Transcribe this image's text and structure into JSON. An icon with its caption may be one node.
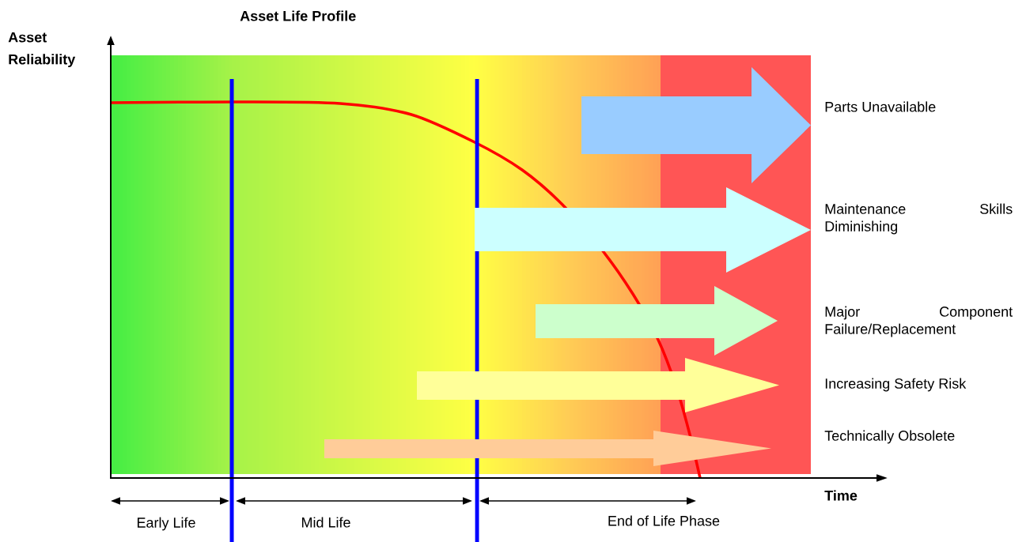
{
  "diagram": {
    "title": "Asset Life Profile",
    "labels": [
      "Asset Reliability",
      "Parts Unavailable",
      "Maintenance Skills Diminishing",
      "Major Component Failure/Replacement",
      "Increasing Safety Risk",
      "Technically Obsolete",
      "Time",
      "Early Life",
      "Mid Life",
      "End of Life Phase"
    ]
  }
}
